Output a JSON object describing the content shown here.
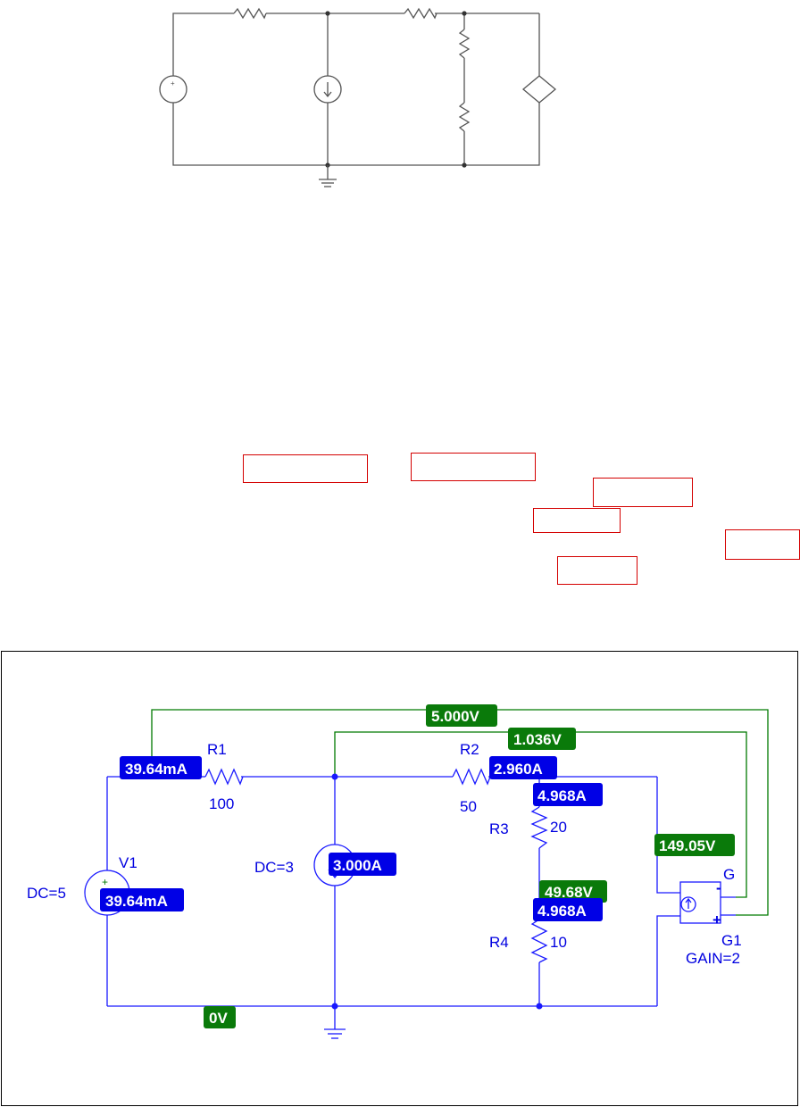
{
  "schematic": {
    "components": {
      "r1": {
        "name": "R1",
        "value": "100"
      },
      "r2": {
        "name": "R2",
        "value": "50"
      },
      "r3": {
        "name": "R3",
        "value": "20"
      },
      "r4": {
        "name": "R4",
        "value": "10"
      },
      "v1": {
        "name": "V1",
        "value": "DC=5"
      },
      "i1": {
        "value": "DC=3"
      },
      "g1": {
        "name": "G1",
        "gain": "GAIN=2",
        "pin": "G",
        "plus": "+",
        "minus": "-"
      }
    },
    "markers": {
      "v_top": "5.000V",
      "v_mid": "1.036V",
      "v_g": "149.05V",
      "v_r3r4": "49.68V",
      "v_gnd": "0V",
      "i_r1": "39.64mA",
      "i_v1": "39.64mA",
      "i_src": "3.000A",
      "i_r2": "2.960A",
      "i_r3": "4.968A",
      "i_r4": "4.968A"
    },
    "colors": {
      "current_marker": "#0000e6",
      "voltage_marker": "#0a7a0a",
      "wire": "#1a1aff",
      "probe_wire": "#007a00",
      "highlight_box": "#d40000"
    }
  }
}
